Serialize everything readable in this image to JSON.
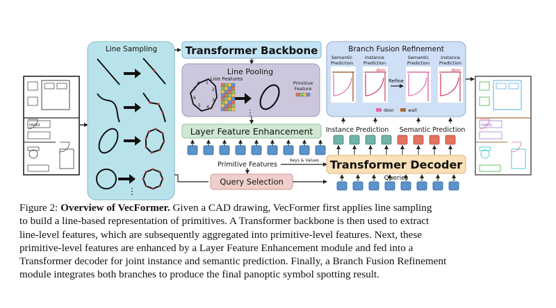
{
  "figure": {
    "line_sampling_title": "Line Sampling",
    "transformer_backbone": "Transformer Backbone",
    "line_pooling": "Line Pooling",
    "line_features": "Line Features",
    "primitive_feature_l1": "Primitive",
    "primitive_feature_l2": "Feature",
    "pooling_index_labels": [
      "0",
      "1",
      "2",
      "3",
      "4",
      "5",
      "6",
      "7"
    ],
    "vertical_ellipsis": "⋮",
    "layer_feature_enhancement": "Layer Feature Enhancement",
    "primitive_features": "Primitive Features",
    "keys_values": "Keys & Values",
    "transformer_decoder": "Transformer Decoder",
    "queries": "Queries",
    "query_selection": "Query Selection",
    "branch_fusion_refinement": "Branch Fusion Refinement",
    "semantic_prediction_l1": "Semantic",
    "prediction_l2": "Prediction",
    "instance_prediction_l1": "Instance",
    "refine": "Refine",
    "door_tag": "door",
    "legend_door": "door",
    "legend_wall": "wall",
    "instance_prediction": "Instance Prediction",
    "semantic_prediction": "Semantic Prediction",
    "floorplan_label": "PAPER"
  },
  "colors": {
    "teal_panel": "#b9e3ea",
    "backbone_header": "#c3e4f2",
    "pooling_panel": "#cdc7de",
    "green_box": "#cfe8d3",
    "decoder_box": "#fbe0b8",
    "query_box": "#efcfcb",
    "fusion_panel": "#cfdff5",
    "token_blue": "#5b93cc",
    "token_teal": "#6fb3a7",
    "token_red": "#e2725f",
    "door_pink": "#e06aa6",
    "wall_brown": "#a86a35"
  },
  "caption": {
    "figure_label": "Figure 2:",
    "title": "Overview of VecFormer.",
    "text_line1": "Given a CAD drawing, VecFormer first applies line sampling",
    "text_lines": [
      "to build a line-based representation of primitives. A Transformer backbone is then used to extract",
      "line-level features, which are subsequently aggregated into primitive-level features. Next, these",
      "primitive-level features are enhanced by a Layer Feature Enhancement module and fed into a",
      "Transformer decoder for joint instance and semantic prediction. Finally, a Branch Fusion Refinement",
      "module integrates both branches to produce the final panoptic symbol spotting result."
    ]
  }
}
